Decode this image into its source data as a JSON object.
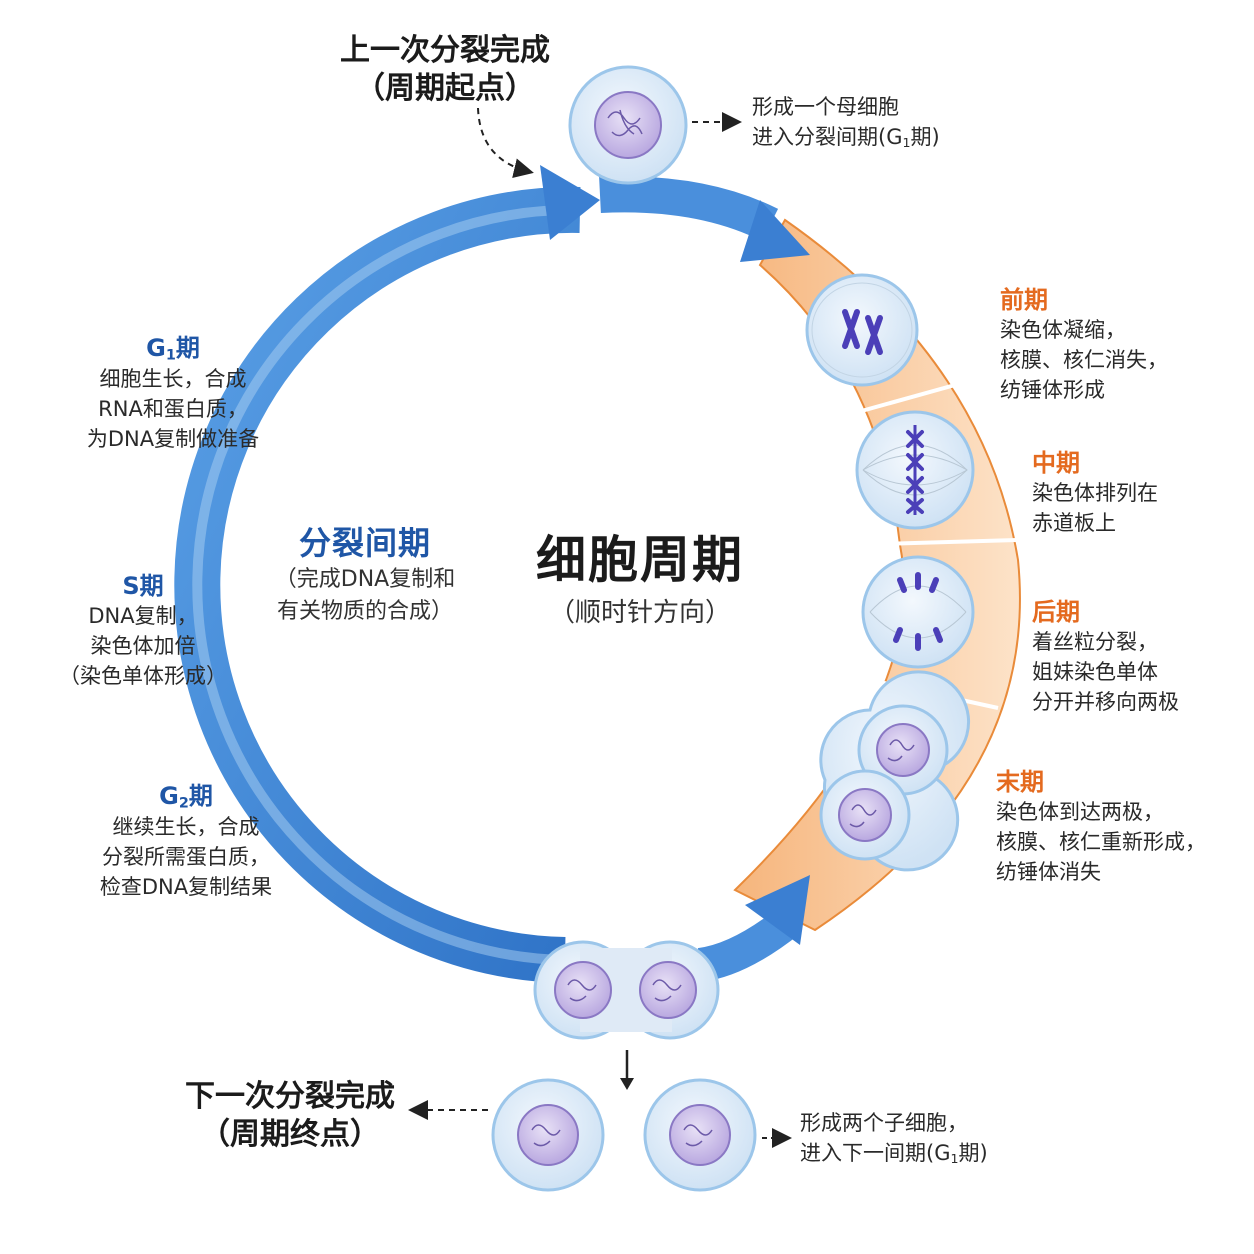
{
  "colors": {
    "cycle_blue": "#3d86d8",
    "cycle_blue_light": "#9ac6ee",
    "mitosis_orange": "#f7c79c",
    "mitosis_orange_border": "#e98b3a",
    "heading_blue": "#1f56a6",
    "heading_orange": "#e46a1f",
    "cell_membrane": "#cfe4f6",
    "nucleus_purple": "#9f8ed0"
  },
  "top": {
    "start_title_line1": "上一次分裂完成",
    "start_title_line2": "（周期起点）",
    "mother_cell_note_line1": "形成一个母细胞",
    "mother_cell_note_line2_prefix": "进入分裂间期(G",
    "mother_cell_note_line2_sub": "1",
    "mother_cell_note_line2_suffix": "期)"
  },
  "center": {
    "title": "细胞周期",
    "subtitle": "（顺时针方向）"
  },
  "interphase": {
    "title": "分裂间期",
    "desc_line1": "（完成DNA复制和",
    "desc_line2": "有关物质的合成）"
  },
  "g1": {
    "label_prefix": "G",
    "label_sub": "1",
    "label_suffix": "期",
    "line1": "细胞生长，合成",
    "line2": "RNA和蛋白质，",
    "line3": "为DNA复制做准备"
  },
  "s": {
    "label": "S期",
    "line1": "DNA复制，",
    "line2": "染色体加倍",
    "line3": "（染色单体形成）"
  },
  "g2": {
    "label_prefix": "G",
    "label_sub": "2",
    "label_suffix": "期",
    "line1": "继续生长，合成",
    "line2": "分裂所需蛋白质，",
    "line3": "检查DNA复制结果"
  },
  "prophase": {
    "label": "前期",
    "line1": "染色体凝缩，",
    "line2": "核膜、核仁消失，",
    "line3": "纺锤体形成"
  },
  "metaphase": {
    "label": "中期",
    "line1": "染色体排列在",
    "line2": "赤道板上"
  },
  "anaphase": {
    "label": "后期",
    "line1": "着丝粒分裂，",
    "line2": "姐妹染色单体",
    "line3": "分开并移向两极"
  },
  "telophase": {
    "label": "末期",
    "line1": "染色体到达两极，",
    "line2": "核膜、核仁重新形成，",
    "line3": "纺锤体消失"
  },
  "bottom": {
    "end_title_line1": "下一次分裂完成",
    "end_title_line2": "（周期终点）",
    "daughter_note_line1": "形成两个子细胞，",
    "daughter_note_line2_prefix": "进入下一间期(G",
    "daughter_note_line2_sub": "1",
    "daughter_note_line2_suffix": "期)"
  }
}
